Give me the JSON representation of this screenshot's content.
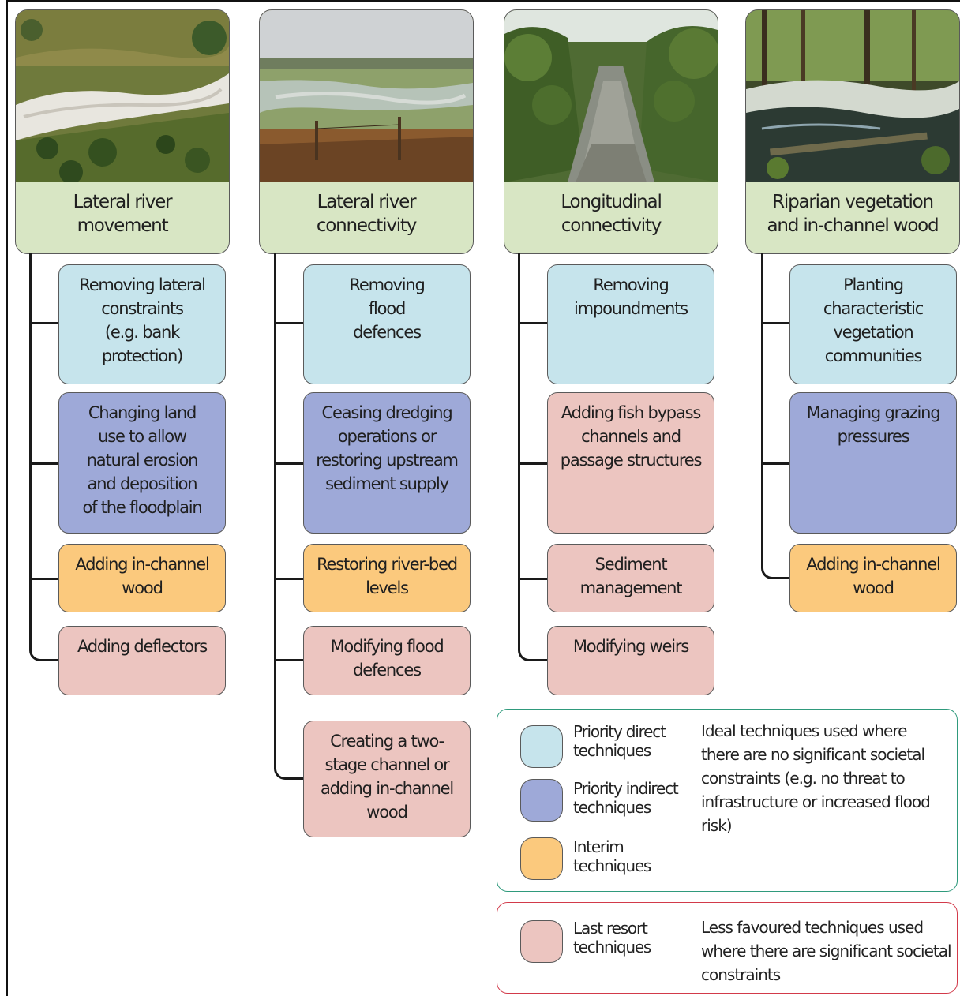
{
  "colors": {
    "priority_direct": "#c6e4ec",
    "priority_indirect": "#9ea9d8",
    "interim": "#fbc97d",
    "last_resort": "#ecc5c0",
    "header": "#d8e6c4",
    "legend_green_border": "#2f9a7c",
    "legend_red_border": "#d23a4a"
  },
  "columns": [
    {
      "title": "Lateral river\nmovement",
      "photo": "braided-river-valley-photo",
      "techniques": [
        {
          "label": "Removing lateral\nconstraints\n(e.g. bank\nprotection)",
          "category": "priority_direct"
        },
        {
          "label": "Changing land\nuse to allow\nnatural erosion\nand deposition\nof the floodplain",
          "category": "priority_indirect"
        },
        {
          "label": "Adding in-channel\nwood",
          "category": "interim"
        },
        {
          "label": "Adding deflectors",
          "category": "last_resort"
        }
      ]
    },
    {
      "title": "Lateral river\nconnectivity",
      "photo": "flooded-wetland-photo",
      "techniques": [
        {
          "label": "Removing\nflood\ndefences",
          "category": "priority_direct"
        },
        {
          "label": "Ceasing dredging\noperations or\nrestoring upstream\nsediment supply",
          "category": "priority_indirect"
        },
        {
          "label": "Restoring river-bed\nlevels",
          "category": "interim"
        },
        {
          "label": "Modifying flood\ndefences",
          "category": "last_resort"
        },
        {
          "label": "Creating a two-\nstage channel or\nadding in-channel\nwood",
          "category": "last_resort"
        }
      ]
    },
    {
      "title": "Longitudinal\nconnectivity",
      "photo": "river-channel-photo",
      "techniques": [
        {
          "label": "Removing\nimpoundments",
          "category": "priority_direct"
        },
        {
          "label": "Adding fish bypass\nchannels and\npassage structures",
          "category": "last_resort"
        },
        {
          "label": "Sediment\nmanagement",
          "category": "last_resort"
        },
        {
          "label": "Modifying weirs",
          "category": "last_resort"
        }
      ]
    },
    {
      "title": "Riparian vegetation\nand in-channel wood",
      "photo": "woodland-stream-photo",
      "techniques": [
        {
          "label": "Planting\ncharacteristic\nvegetation\ncommunities",
          "category": "priority_direct"
        },
        {
          "label": "Managing grazing\npressures",
          "category": "priority_indirect"
        },
        {
          "label": "Adding in-channel\nwood",
          "category": "interim"
        }
      ]
    }
  ],
  "legend": {
    "green_items": [
      {
        "label": "Priority direct\ntechniques",
        "category": "priority_direct"
      },
      {
        "label": "Priority indirect\ntechniques",
        "category": "priority_indirect"
      },
      {
        "label": "Interim\ntechniques",
        "category": "interim"
      }
    ],
    "green_description": "Ideal techniques used where there are no significant societal constraints (e.g. no threat to infrastructure or increased flood risk)",
    "red_items": [
      {
        "label": "Last resort\ntechniques",
        "category": "last_resort"
      }
    ],
    "red_description": "Less favoured techniques used where there are significant societal constraints"
  }
}
